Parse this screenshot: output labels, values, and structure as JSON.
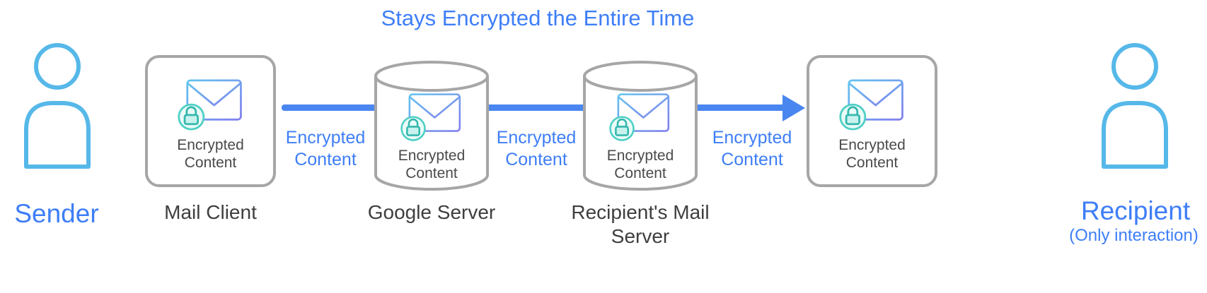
{
  "title": "Stays Encrypted the Entire Time",
  "sender": {
    "label": "Sender"
  },
  "recipient": {
    "label": "Recipient",
    "sublabel": "(Only interaction)"
  },
  "nodes": [
    {
      "id": "mail-client",
      "shape": "rounded-box",
      "caption": "Mail Client",
      "inner_label": "Encrypted Content"
    },
    {
      "id": "google-server",
      "shape": "cylinder",
      "caption": "Google Server",
      "inner_label": "Encrypted Content"
    },
    {
      "id": "recipient-mail-server",
      "shape": "cylinder",
      "caption": "Recipient's Mail Server",
      "inner_label": "Encrypted Content"
    },
    {
      "id": "recipient-client",
      "shape": "rounded-box",
      "caption": "",
      "inner_label": "Encrypted Content"
    }
  ],
  "flow_labels": [
    "Encrypted Content",
    "Encrypted Content",
    "Encrypted Content"
  ],
  "icons": {
    "person": "person-icon",
    "envelope": "encrypted-envelope-icon",
    "lock": "lock-badge-icon",
    "arrow": "flow-arrow"
  },
  "colors": {
    "title_blue": "#3E7EF7",
    "flow_blue": "#3E7EF7",
    "arrow_blue": "#4A86F0",
    "person_blue": "#56B8E9",
    "node_border_gray": "#A6A6A6",
    "caption_gray": "#3E3E3E",
    "inner_text_gray": "#4A4A4A",
    "envelope_blue": "#63C3F0",
    "envelope_purple": "#8280EE",
    "lock_teal": "#4FCFC5"
  }
}
